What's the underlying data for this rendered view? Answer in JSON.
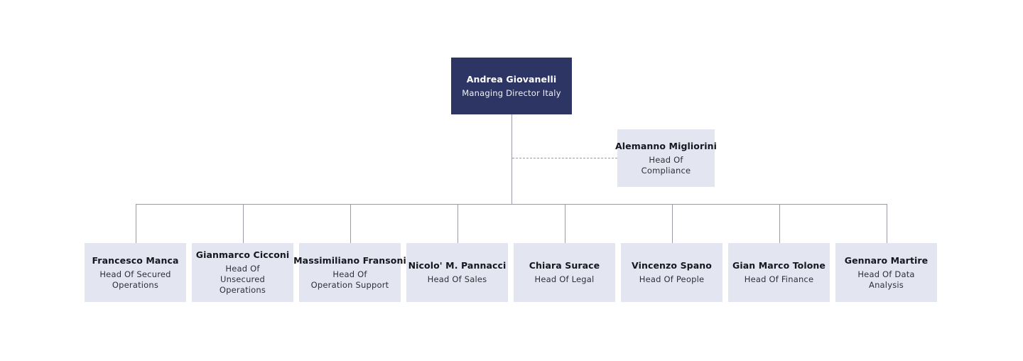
{
  "chart_data": {
    "type": "diagram",
    "subtype": "organization-chart",
    "title": "",
    "orientation": "top-down",
    "colors": {
      "root_background": "#2c3563",
      "root_text": "#ffffff",
      "node_background": "#e3e5f1",
      "node_text": "#15171f",
      "connector": "#9b9ba4",
      "page_background": "#ffffff"
    },
    "nodes": [
      {
        "id": "root",
        "name": "Andrea Giovanelli",
        "title": "Managing Director Italy",
        "level": 0,
        "style": "root"
      },
      {
        "id": "compliance",
        "name": "Alemanno Migliorini",
        "title": "Head Of Compliance",
        "level": 1,
        "style": "staff",
        "link": "dashed",
        "parent": "root"
      },
      {
        "id": "secured-ops",
        "name": "Francesco Manca",
        "title": "Head Of Secured Operations",
        "level": 2,
        "style": "leaf",
        "link": "solid",
        "parent": "root"
      },
      {
        "id": "unsecured-ops",
        "name": "Gianmarco Cicconi",
        "title": "Head Of Unsecured Operations",
        "level": 2,
        "style": "leaf",
        "link": "solid",
        "parent": "root"
      },
      {
        "id": "operation-support",
        "name": "Massimiliano Fransoni",
        "title": "Head Of Operation Support",
        "level": 2,
        "style": "leaf",
        "link": "solid",
        "parent": "root"
      },
      {
        "id": "sales",
        "name": "Nicolo' M. Pannacci",
        "title": "Head Of Sales",
        "level": 2,
        "style": "leaf",
        "link": "solid",
        "parent": "root"
      },
      {
        "id": "legal",
        "name": "Chiara Surace",
        "title": "Head Of Legal",
        "level": 2,
        "style": "leaf",
        "link": "solid",
        "parent": "root"
      },
      {
        "id": "people",
        "name": "Vincenzo Spano",
        "title": "Head Of People",
        "level": 2,
        "style": "leaf",
        "link": "solid",
        "parent": "root"
      },
      {
        "id": "finance",
        "name": "Gian Marco Tolone",
        "title": "Head Of Finance",
        "level": 2,
        "style": "leaf",
        "link": "solid",
        "parent": "root"
      },
      {
        "id": "data-analysis",
        "name": "Gennaro Martire",
        "title": "Head Of Data Analysis",
        "level": 2,
        "style": "leaf",
        "link": "solid",
        "parent": "root"
      }
    ]
  },
  "root": {
    "name": "Andrea Giovanelli",
    "title": "Managing Director Italy"
  },
  "staff": {
    "name": "Alemanno Migliorini",
    "title": "Head Of Compliance"
  },
  "leaves": [
    {
      "name": "Francesco Manca",
      "title": "Head Of Secured Operations"
    },
    {
      "name": "Gianmarco Cicconi",
      "title": "Head Of Unsecured Operations"
    },
    {
      "name": "Massimiliano Fransoni",
      "title": "Head Of Operation Support"
    },
    {
      "name": "Nicolo' M. Pannacci",
      "title": "Head Of Sales"
    },
    {
      "name": "Chiara Surace",
      "title": "Head Of Legal"
    },
    {
      "name": "Vincenzo Spano",
      "title": "Head Of People"
    },
    {
      "name": "Gian Marco Tolone",
      "title": "Head Of Finance"
    },
    {
      "name": "Gennaro Martire",
      "title": "Head Of Data Analysis"
    }
  ]
}
